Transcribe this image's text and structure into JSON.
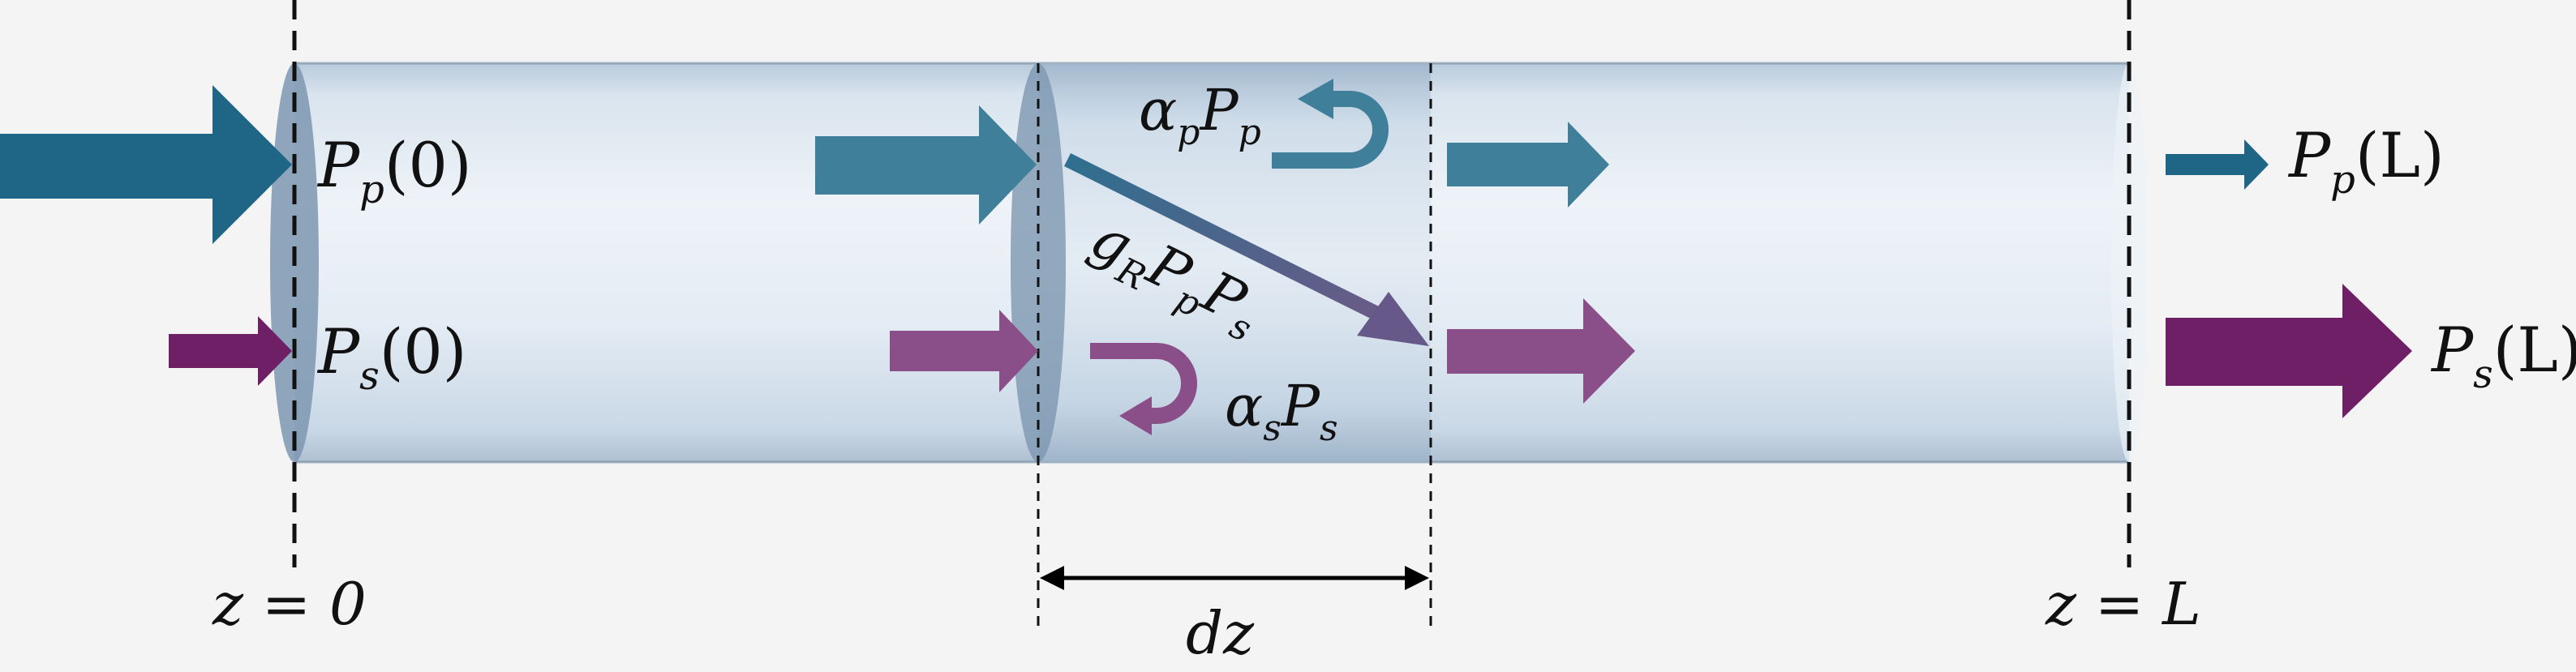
{
  "colors": {
    "background": "#f4f4f4",
    "fiber_light": "#e6eef6",
    "fiber_dark": "#b9cbdc",
    "fiber_edge": "#5c7a97",
    "pump": "#1f6585",
    "pump_light": "#3f7f9a",
    "signal": "#6e1f66",
    "signal_light": "#8a4f88",
    "dashed": "#111111"
  },
  "labels": {
    "pump_in_P": "P",
    "pump_in_sub": "p",
    "pump_in_arg": "(0)",
    "signal_in_P": "P",
    "signal_in_sub": "s",
    "signal_in_arg": "(0)",
    "pump_out_P": "P",
    "pump_out_sub": "p",
    "pump_out_arg": "(L)",
    "signal_out_P": "P",
    "signal_out_sub": "s",
    "signal_out_arg": "(L)",
    "alpha_p_a": "α",
    "alpha_p_sub": "p",
    "alpha_p_P": "P",
    "alpha_p_sub2": "p",
    "alpha_s_a": "α",
    "alpha_s_sub": "s",
    "alpha_s_P": "P",
    "alpha_s_sub2": "s",
    "gain_g": "g",
    "gain_R": "R",
    "gain_P1": "P",
    "gain_p": "p",
    "gain_P2": "P",
    "gain_s": "s",
    "z0": "z = 0",
    "zL": "z = L",
    "dz": "dz"
  }
}
